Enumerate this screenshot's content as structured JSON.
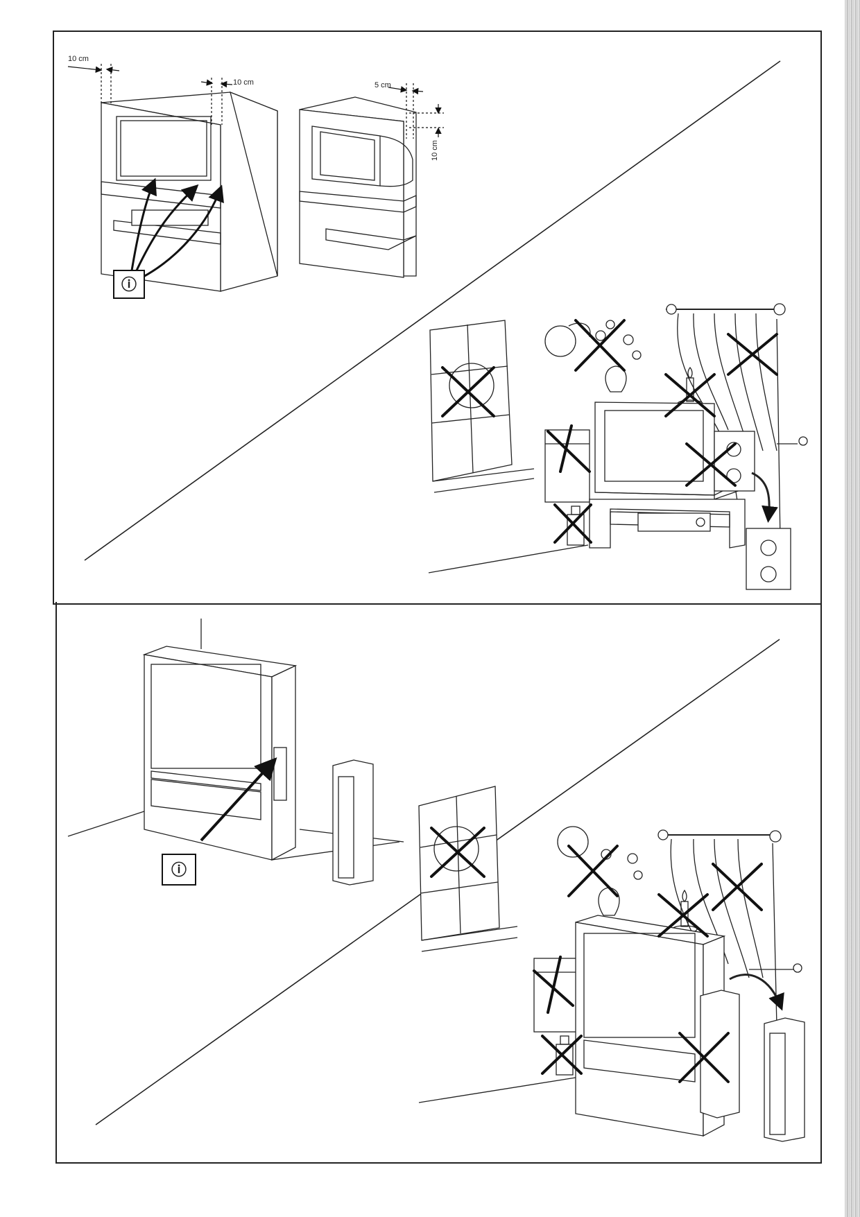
{
  "top_panel": {
    "dimensions": {
      "left_side": "10 cm",
      "right_side": "10 cm",
      "crt_side": "5 cm",
      "crt_top": "10 cm"
    },
    "callout_symbol": "ⓘ"
  },
  "bottom_panel": {
    "callout_symbol": "ⓘ"
  },
  "icons": [
    "window-sun-icon",
    "flower-vase-icon",
    "candle-icon",
    "curtain-icon",
    "heater-icon",
    "spray-can-icon",
    "speaker-icon",
    "cross-mark-icon"
  ]
}
